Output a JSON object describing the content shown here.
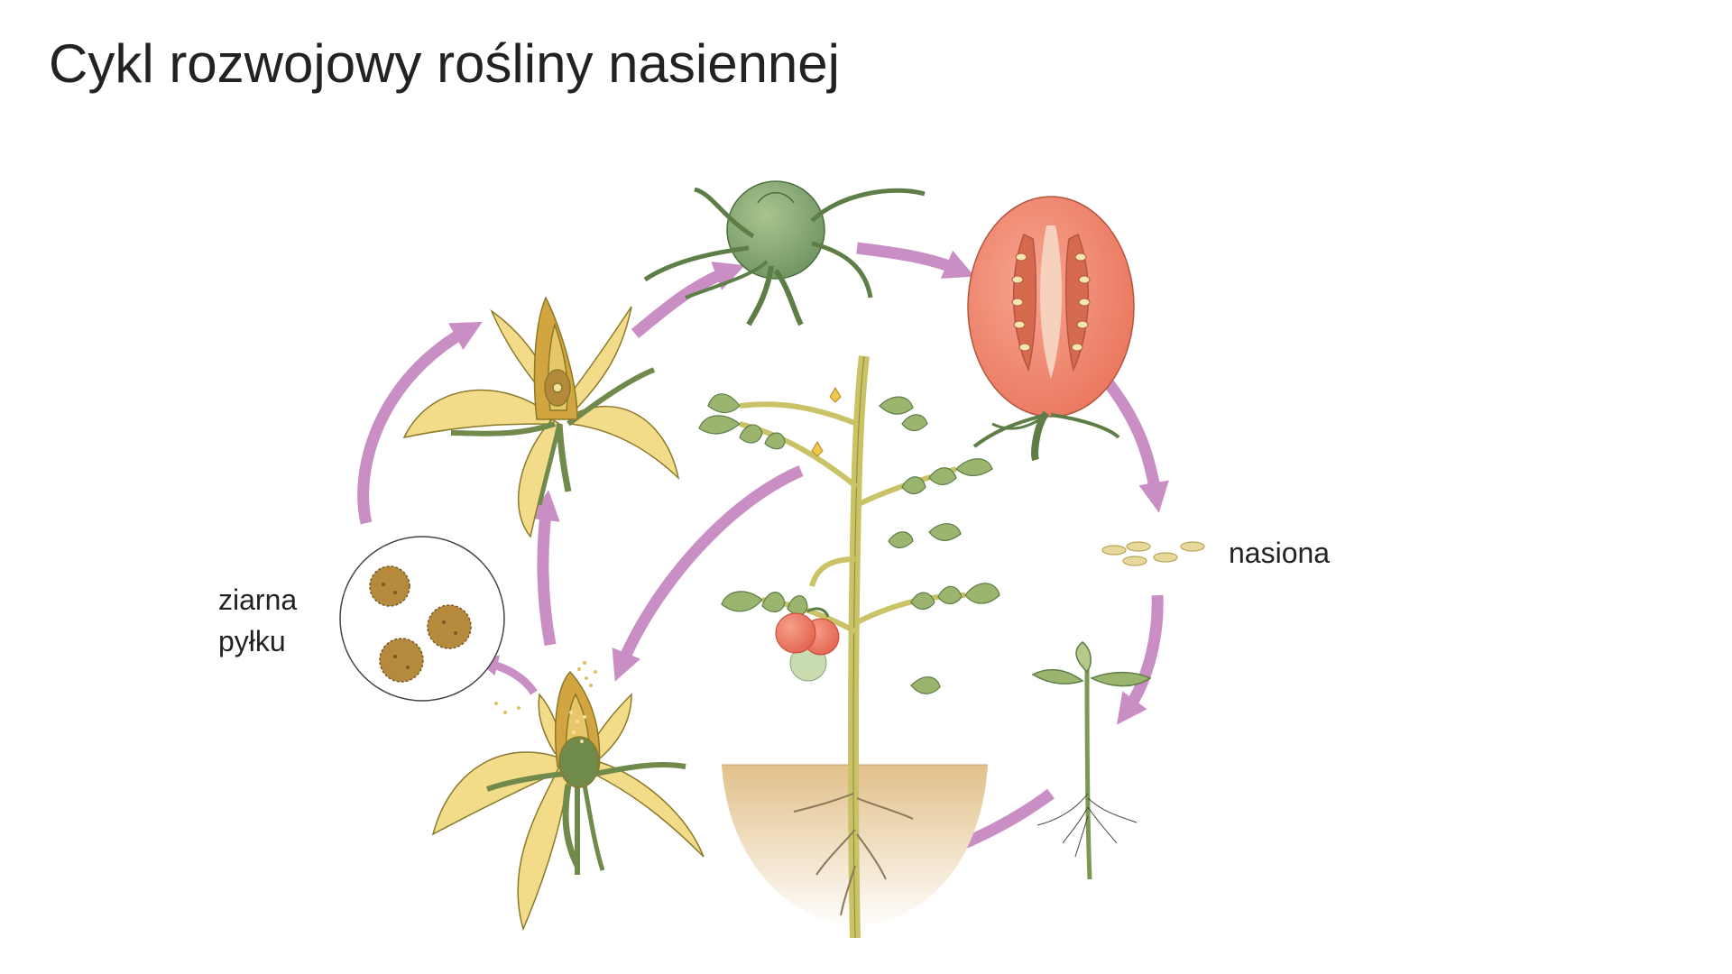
{
  "title": "Cykl rozwojowy rośliny nasiennej",
  "labels": {
    "pollen_line1": "ziarna",
    "pollen_line2": "pyłku",
    "seeds": "nasiona"
  },
  "colors": {
    "arrow": "#c98fc4",
    "petal": "#f2dc8a",
    "petal_edge": "#8a7a2a",
    "leaf": "#9bb56e",
    "stem": "#c9c267",
    "tomato": "#ef8a72",
    "tomato_dark": "#d66a4f",
    "soil": "#e6c796",
    "pollen": "#b58a3c",
    "seed": "#e8d89a",
    "unripe_fruit": "#8fb07a"
  }
}
